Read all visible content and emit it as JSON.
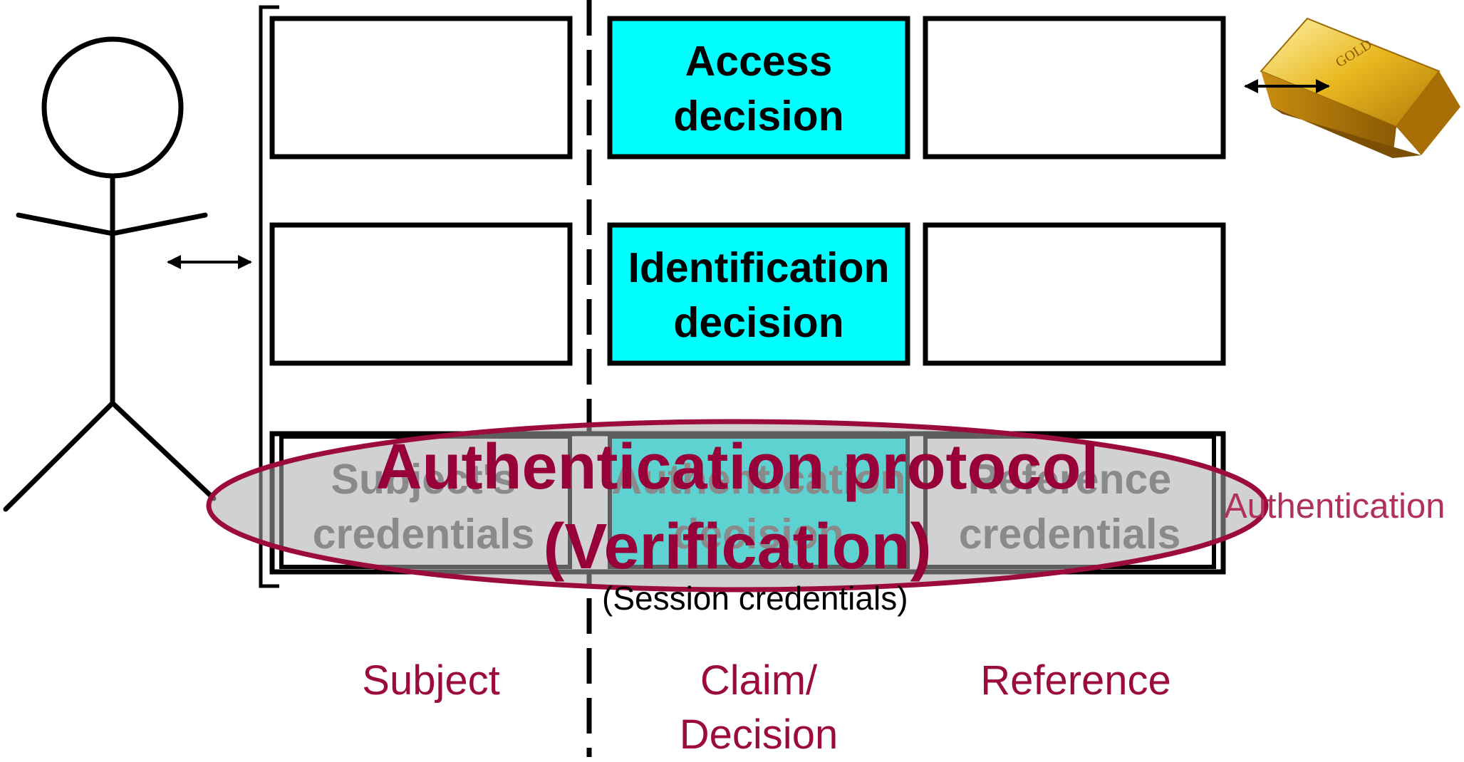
{
  "row1": {
    "middle_line1": "Access",
    "middle_line2": "decision"
  },
  "row2": {
    "middle_line1": "Identification",
    "middle_line2": "decision"
  },
  "row3": {
    "left_line1": "Subject's",
    "left_line2": "credentials",
    "middle_line1": "Authentication",
    "middle_line2": "decision",
    "right_line1": "Reference",
    "right_line2": "credentials"
  },
  "session_note": "(Session credentials)",
  "side_label": "Authentication",
  "protocol": {
    "line1": "Authentication protocol",
    "line2": "(Verification)"
  },
  "columns": {
    "subject": "Subject",
    "claim_line1": "Claim/",
    "claim_line2": "Decision",
    "reference": "Reference"
  },
  "gold_bar": {
    "brand": "GOLD"
  },
  "colors": {
    "highlight": "#00ffff",
    "accent": "#98003a",
    "stroke": "#000000"
  }
}
